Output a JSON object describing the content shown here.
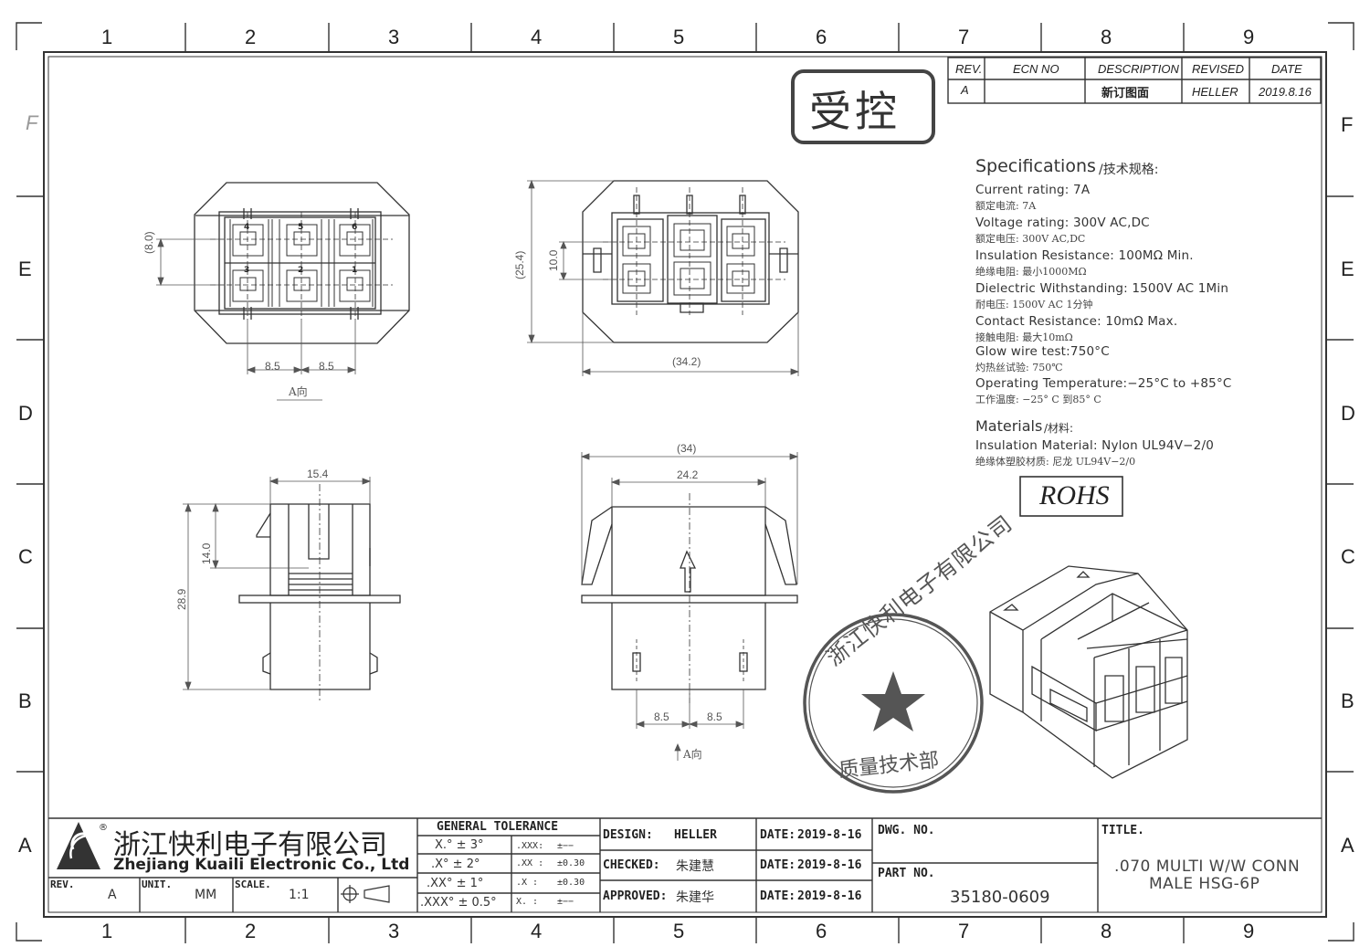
{
  "frame": {
    "columns": [
      "1",
      "2",
      "3",
      "4",
      "5",
      "6",
      "7",
      "8",
      "9"
    ],
    "rows": [
      "F",
      "E",
      "D",
      "C",
      "B",
      "A"
    ]
  },
  "stamp_controlled": "受控",
  "revision_table": {
    "headers": [
      "REV.",
      "ECN NO",
      "DESCRIPTION",
      "REVISED",
      "DATE"
    ],
    "row": {
      "rev": "A",
      "ecn": "",
      "description": "新订图面",
      "revised": "HELLER",
      "date": "2019.8.16"
    }
  },
  "specifications": {
    "heading": "Specifications",
    "heading_cn": "/技术规格:",
    "items": [
      {
        "en": "Current  rating:  7A",
        "cn": "额定电流: 7A"
      },
      {
        "en": "Voltage  rating:  300V  AC,DC",
        "cn": "额定电压: 300V AC,DC"
      },
      {
        "en": "Insulation  Resistance:  100MΩ  Min.",
        "cn": "绝缘电阻: 最小1000MΩ"
      },
      {
        "en": "Dielectric  Withstanding:    1500V  AC    1Min",
        "cn": "耐电压: 1500V AC 1分钟"
      },
      {
        "en": "Contact  Resistance:    10mΩ  Max.",
        "cn": "接触电阻: 最大10mΩ"
      },
      {
        "en": "Glow  wire  test:750°C",
        "cn": "灼热丝试验: 750℃"
      },
      {
        "en": "Operating  Temperature:−25°C  to  +85°C",
        "cn": "工作温度: −25° C 到85° C"
      }
    ],
    "materials_heading": "Materials",
    "materials_heading_cn": "/材料:",
    "material_en": "Insulation  Material:  Nylon  UL94V−2/0",
    "material_cn": "绝缘体塑胶材质: 尼龙 UL94V−2/0",
    "rohs": "ROHS"
  },
  "dimensions": {
    "top_left_8_0": "(8.0)",
    "top_left_8_5_a": "8.5",
    "top_left_8_5_b": "8.5",
    "view_a_label": "A向",
    "pin_numbers": [
      "4",
      "5",
      "6",
      "3",
      "2",
      "1"
    ],
    "top_right_25_4": "(25.4)",
    "top_right_10_0": "10.0",
    "top_right_34_2": "(34.2)",
    "side_15_4": "15.4",
    "side_14_0": "14.0",
    "side_28_9": "28.9",
    "front_34": "(34)",
    "front_24_2": "24.2",
    "front_8_5_a": "8.5",
    "front_8_5_b": "8.5",
    "front_view_label": "A向"
  },
  "quality_stamp": {
    "ring_text": "浙江快利电子有限公司",
    "bottom_text": "质量技术部"
  },
  "title_block": {
    "company_cn": "浙江快利电子有限公司",
    "company_en": "Zhejiang  Kuaili  Electronic  Co.,  Ltd",
    "rev_label": "REV.",
    "rev_value": "A",
    "unit_label": "UNIT.",
    "unit_value": "MM",
    "scale_label": "SCALE.",
    "scale_value": "1:1",
    "tolerance_title": "GENERAL  TOLERANCE",
    "tol_angle": [
      "X.° ± 3°",
      ".X° ± 2°",
      ".XX° ± 1°",
      ".XXX° ± 0.5°"
    ],
    "tol_linear": [
      {
        "k": ".XXX:",
        "v": "±−−"
      },
      {
        "k": ".XX :",
        "v": "±0.30"
      },
      {
        "k": ".X  :",
        "v": "±0.30"
      },
      {
        "k": "X.  :",
        "v": "±−−"
      }
    ],
    "design_label": "DESIGN:",
    "design_value": "HELLER",
    "checked_label": "CHECKED:",
    "checked_value": "朱建慧",
    "approved_label": "APPROVED:",
    "approved_value": "朱建华",
    "date_label": "DATE:",
    "date_1": "2019-8-16",
    "date_2": "2019-8-16",
    "date_3": "2019-8-16",
    "dwg_label": "DWG. NO.",
    "part_label": "PART NO.",
    "part_value": "35180-0609",
    "title_label": "TITLE.",
    "title_line1": ".070  MULTI  W/W  CONN",
    "title_line2": "MALE  HSG-6P"
  }
}
